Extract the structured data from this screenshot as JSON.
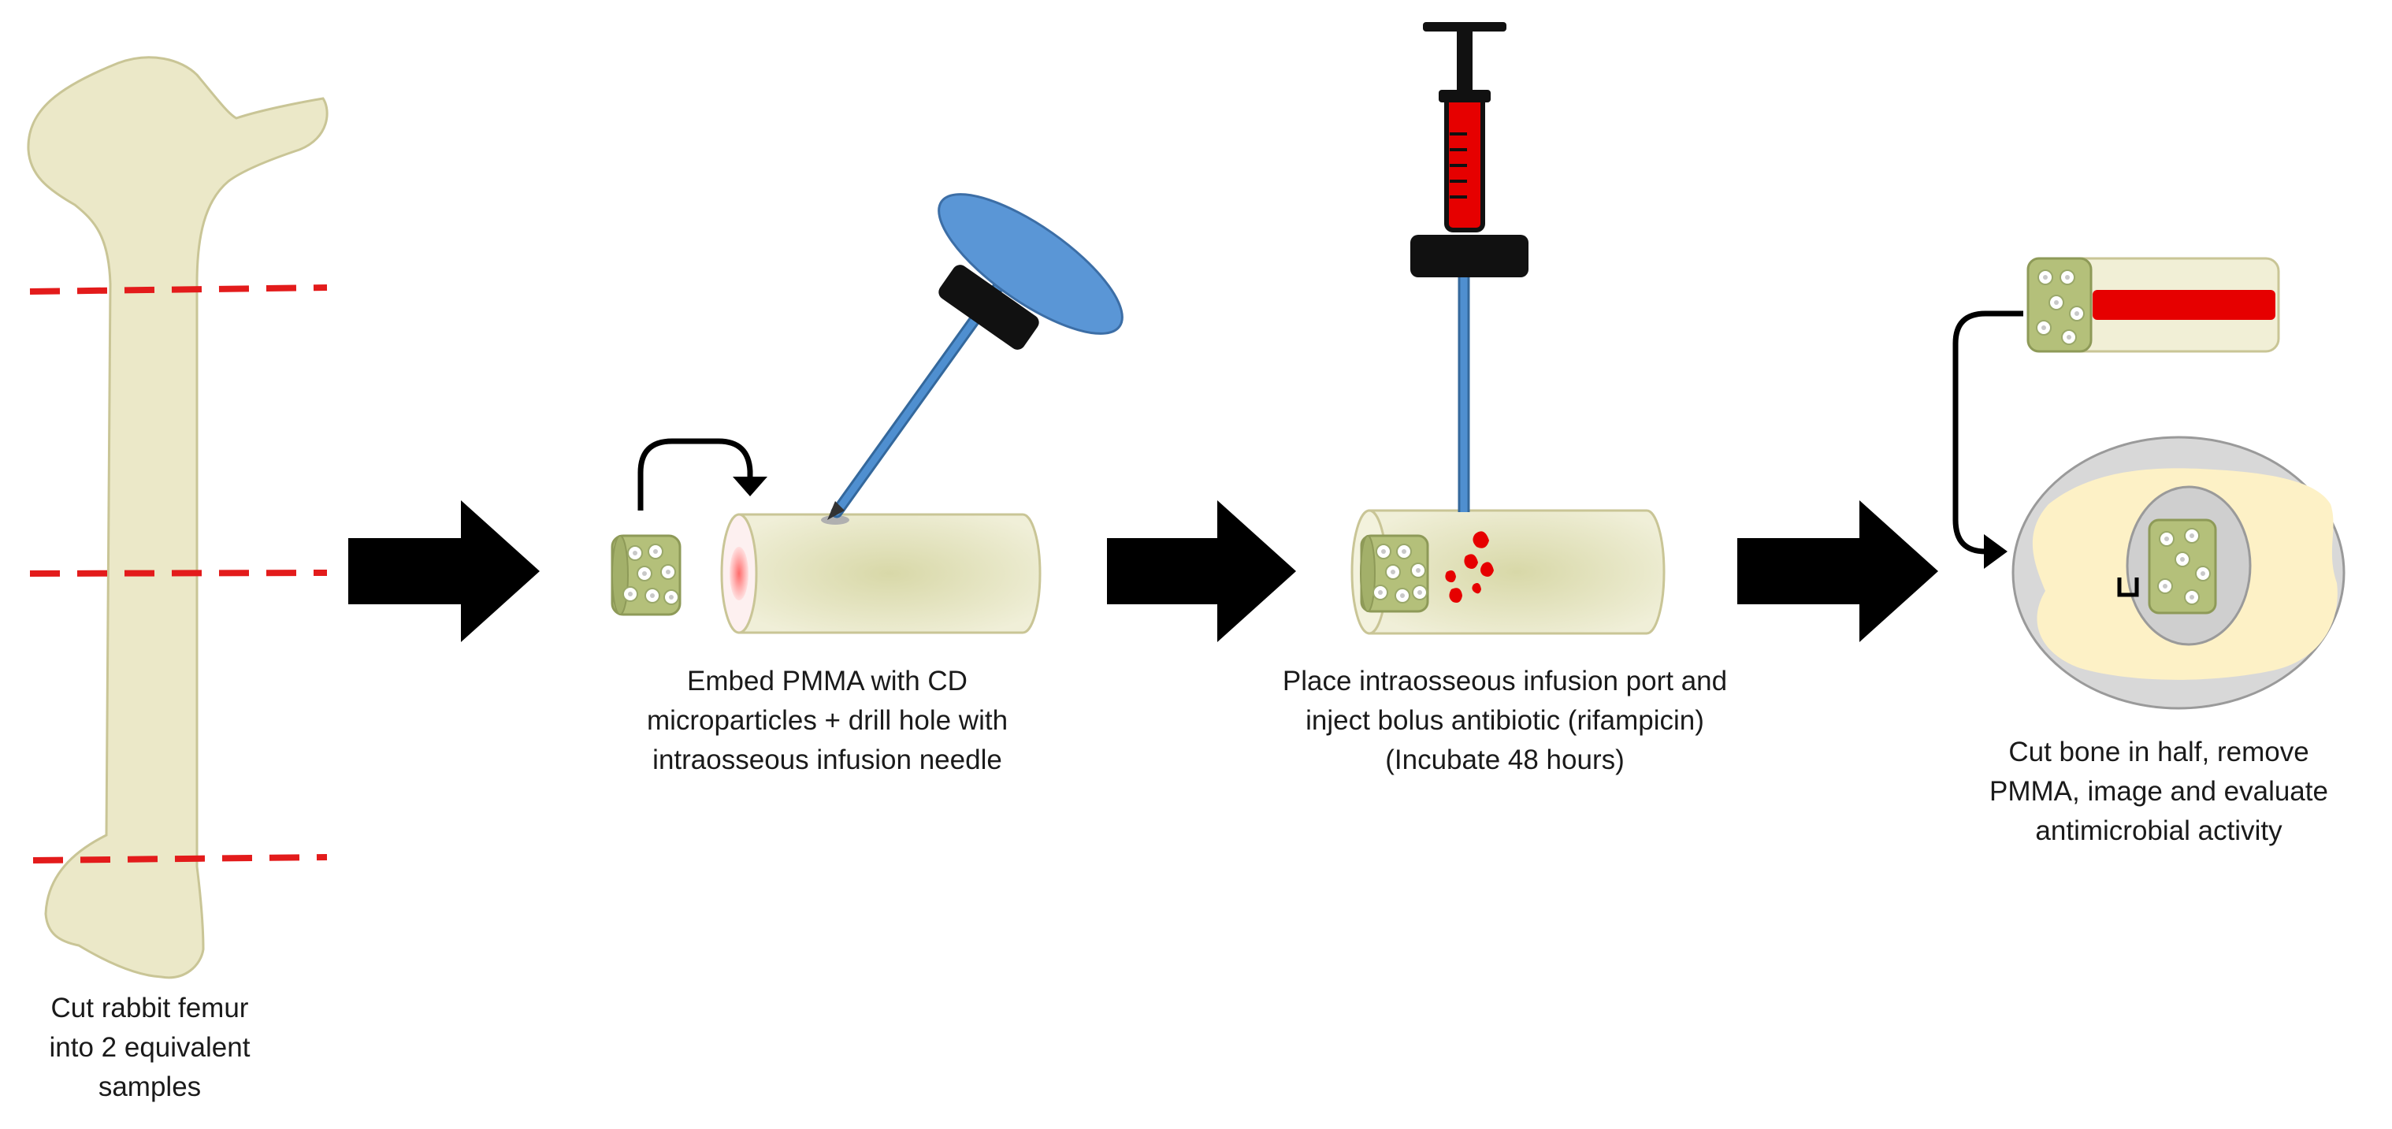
{
  "colors": {
    "bone_fill": "#ebe8c8",
    "bone_stroke": "#c9c596",
    "cut_line": "#e31b1b",
    "arrow": "#000000",
    "pmma_fill": "#b4c07a",
    "needle_blue": "#4f8fd0",
    "antibiotic_red": "#e60000",
    "marrow_yellow": "#fdf1c6",
    "section_gray": "#d4d4d4"
  },
  "steps": [
    {
      "caption_lines": [
        "Cut rabbit femur",
        "into 2 equivalent",
        "samples"
      ]
    },
    {
      "caption_lines": [
        "Embed PMMA with CD",
        "microparticles + drill hole with",
        "intraosseous infusion needle"
      ]
    },
    {
      "caption_lines": [
        "Place intraosseous infusion port and",
        "inject bolus antibiotic (rifampicin)",
        "(Incubate 48 hours)"
      ]
    },
    {
      "caption_lines": [
        "Cut bone in half, remove",
        "PMMA, image and evaluate",
        "antimicrobial activity"
      ]
    }
  ],
  "icons": {
    "femur": "rabbit-femur-icon",
    "needle": "intraosseous-needle-icon",
    "syringe": "syringe-icon",
    "pmma_plug": "pmma-plug-icon",
    "arrow": "process-arrow-icon"
  }
}
